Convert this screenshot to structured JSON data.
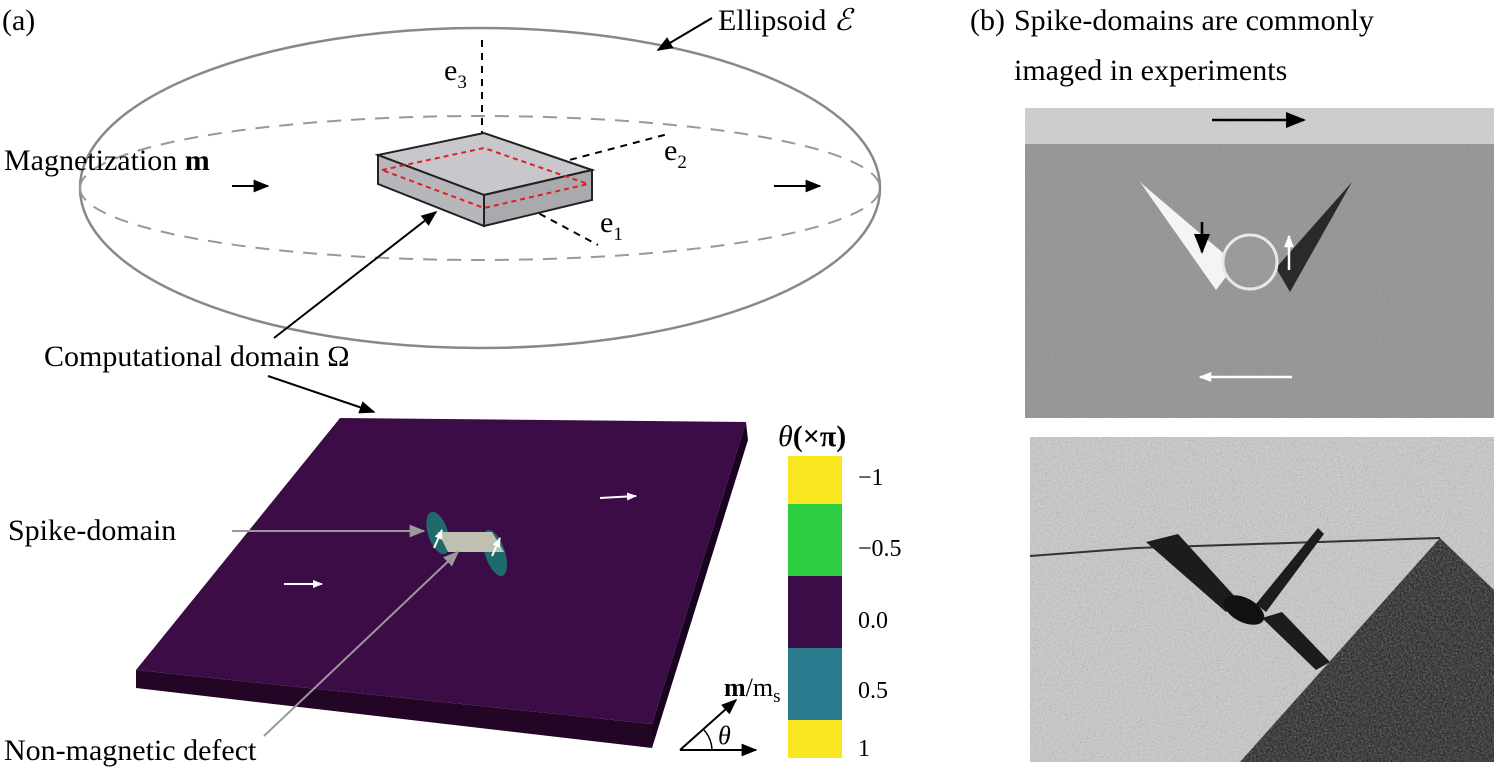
{
  "panel_a": {
    "tag": "(a)",
    "ellipsoid_label": "Ellipsoid",
    "ellipsoid_symbol": "ℰ",
    "magnetization_label": "Magnetization",
    "magnetization_symbol": "m",
    "axes": [
      {
        "base": "e",
        "sub": "3"
      },
      {
        "base": "e",
        "sub": "2"
      },
      {
        "base": "e",
        "sub": "1"
      }
    ],
    "domain_label": "Computational domain Ω",
    "spike_label": "Spike-domain",
    "defect_label": "Non-magnetic defect",
    "angle_legend": {
      "vector": "m",
      "slash": "/m",
      "sub": "s",
      "angle": "θ"
    },
    "colorbar": {
      "title_theta": "θ",
      "title_rest": "(×π)",
      "ticks": [
        "−1",
        "−0.5",
        "0.0",
        "0.5",
        "1"
      ],
      "colors": [
        "#f8e620",
        "#2ecc40",
        "#3b0c45",
        "#2a7b8e",
        "#f8e620"
      ]
    },
    "colors": {
      "film": "#3b0c45",
      "film_side": "#230526",
      "spike": "#1f6a6a",
      "defect": "#c0c0b0"
    }
  },
  "panel_b": {
    "tag": "(b)",
    "title_line1": "Spike-domains are commonly",
    "title_line2": "imaged in experiments"
  }
}
